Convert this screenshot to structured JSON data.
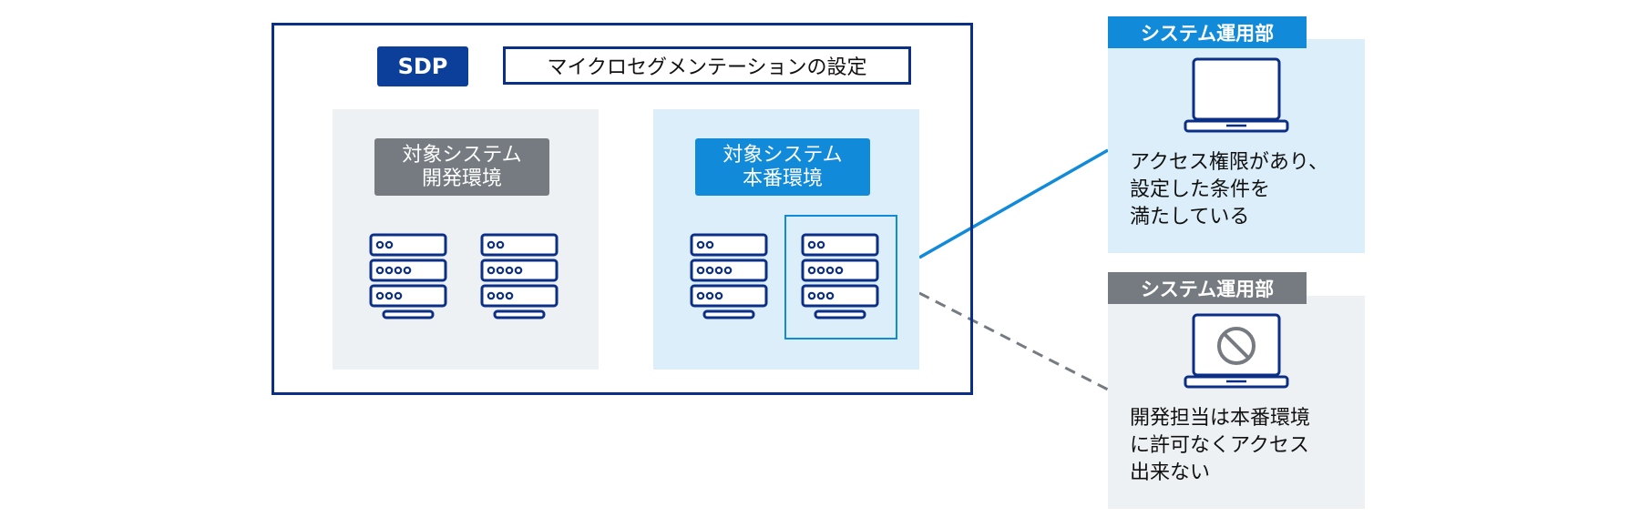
{
  "sdp": {
    "badge": "SDP",
    "micro_segmentation_label": "マイクロセグメンテーションの設定"
  },
  "environments": {
    "dev": {
      "line1": "対象システム",
      "line2": "開発環境"
    },
    "prod": {
      "line1": "対象システム",
      "line2": "本番環境"
    }
  },
  "cards": {
    "allowed": {
      "department": "システム運用部",
      "text": "アクセス権限があり、\n設定した条件を\n満たしている"
    },
    "denied": {
      "department": "システム運用部",
      "text": "開発担当は本番環境\nに許可なくアクセス\n出来ない"
    }
  },
  "colors": {
    "navy": "#0b2f86",
    "accent_blue": "#118bd9",
    "gray": "#757b80",
    "light_blue_bg": "#dbeef9",
    "light_gray_bg": "#eef1f3"
  },
  "icons": {
    "server": "server-rack-icon",
    "laptop": "laptop-icon",
    "prohibited": "prohibited-icon"
  }
}
